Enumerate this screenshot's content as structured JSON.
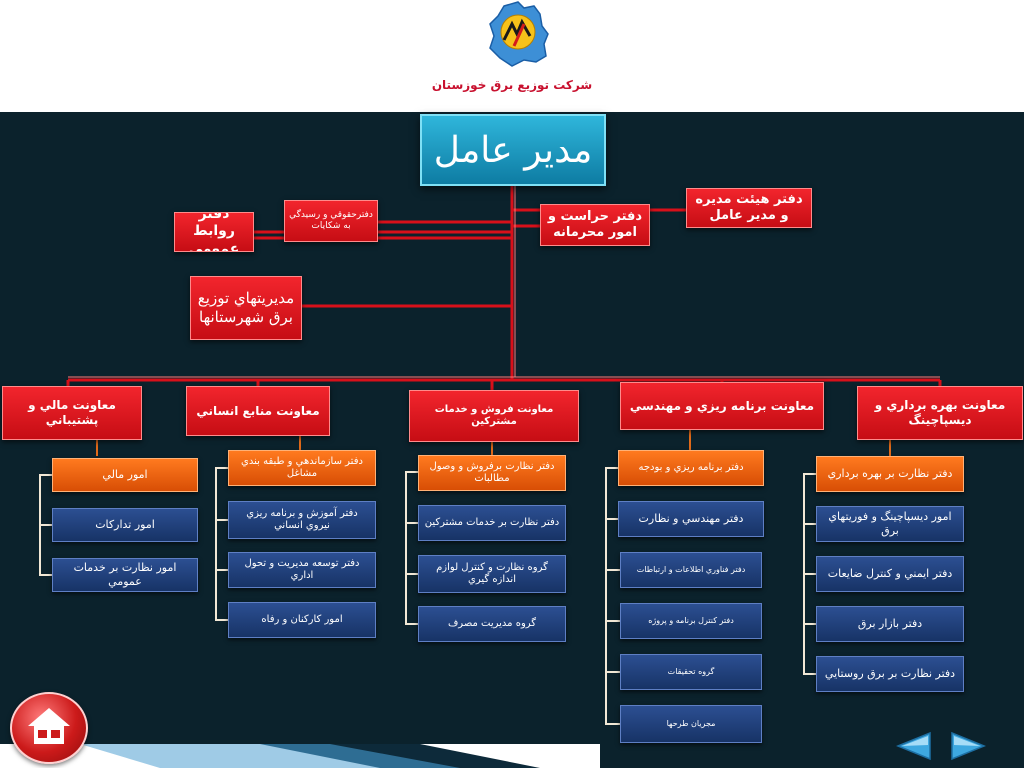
{
  "header": {
    "company_name": "شركت توزيع برق خوزستان"
  },
  "ceo": "مدير عامل",
  "top_offices": {
    "board_office": "دفتر هيئت مديره و مدير عامل",
    "security_office": "دفتر حراست و امور محرمانه",
    "legal_office": "دفترحقوقي و رسيدگي به شكايات",
    "public_relations": "دفتر روابط عمومي",
    "city_managements": "مديريتهاي توزيع برق شهرستانها"
  },
  "departments": [
    {
      "title": "معاونت بهره برداري و ديسپاچينگ",
      "items": [
        "دفتر نظارت بر بهره برداري",
        "امور ديسپاچينگ و فوريتهاي برق",
        "دفتر ايمني و كنترل ضايعات",
        "دفتر بازار برق",
        "دفتر نظارت بر برق روستايي"
      ]
    },
    {
      "title": "معاونت برنامه ريزي و مهندسي",
      "items": [
        "دفتر برنامه ريزي و بودجه",
        "دفتر مهندسي و نظارت",
        "دفتر فناوري اطلاعات و ارتباطات",
        "دفتر كنترل برنامه و پروژه",
        "گروه تحقيقات",
        "مجريان طرحها"
      ]
    },
    {
      "title": "معاونت فروش و خدمات مشتركين",
      "items": [
        "دفتر نظارت برفروش و وصول مطالبات",
        "دفتر نظارت بر خدمات مشتركين",
        "گروه نظارت و كنترل لوازم اندازه گيري",
        "گروه مديريت مصرف"
      ]
    },
    {
      "title": "معاونت منابع انساني",
      "items": [
        "دفتر سازماندهي و طبقه بندي مشاغل",
        "دفتر آموزش و برنامه ريزي نيروي انساني",
        "دفتر توسعه مديريت و تحول اداري",
        "امور كاركنان و رفاه"
      ]
    },
    {
      "title": "معاونت مالي و پشتيباني",
      "items": [
        "امور مالي",
        "امور تداركات",
        "امور نظارت بر خدمات عمومي"
      ]
    }
  ],
  "colors": {
    "background": "#0b222c",
    "red_box": "#e0151c",
    "orange_box": "#f06010",
    "blue_box": "#1f3f7f",
    "ceo_box": "#1a9cc6",
    "company_text": "#c8102e"
  },
  "icons": {
    "logo": "khuzestan-power-logo",
    "home": "home-icon",
    "prev": "arrow-left-icon",
    "next": "arrow-right-icon"
  }
}
